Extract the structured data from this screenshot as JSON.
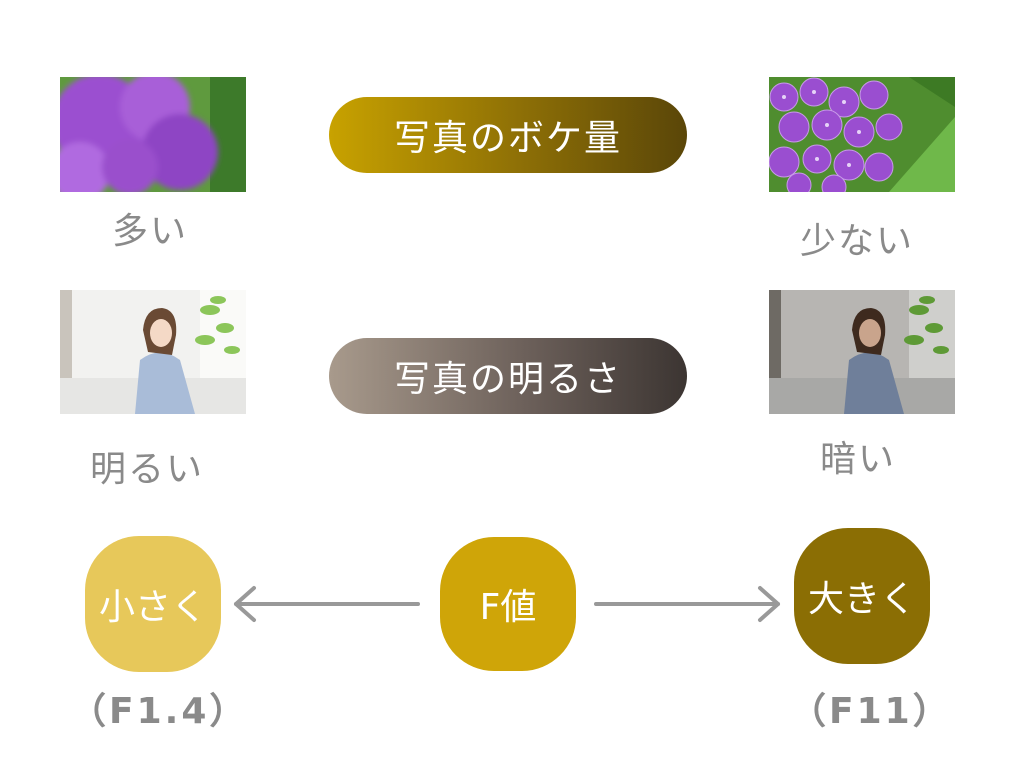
{
  "rows": [
    {
      "title": "写真のボケ量",
      "left_label": "多い",
      "right_label": "少ない"
    },
    {
      "title": "写真の明るさ",
      "left_label": "明るい",
      "right_label": "暗い"
    }
  ],
  "aperture": {
    "center_label": "F値",
    "left_label": "小さく",
    "right_label": "大きく",
    "left_value": "（F1.4）",
    "right_value": "（F11）"
  },
  "colors": {
    "bokeh_pill_start": "#c8a200",
    "bokeh_pill_end": "#5a4608",
    "bright_pill_start": "#a89a8c",
    "bright_pill_end": "#3c3532",
    "small_bubble": "#e7c85a",
    "f_bubble": "#cfa508",
    "big_bubble": "#8b6e04",
    "arrow": "#999999",
    "label_text": "#8a8a8a"
  },
  "images": {
    "bokeh_more": "hydrangea-photo-blurred",
    "bokeh_less": "hydrangea-photo-sharp",
    "bright": "woman-on-sofa-photo-bright",
    "dark": "woman-on-sofa-photo-dark"
  }
}
